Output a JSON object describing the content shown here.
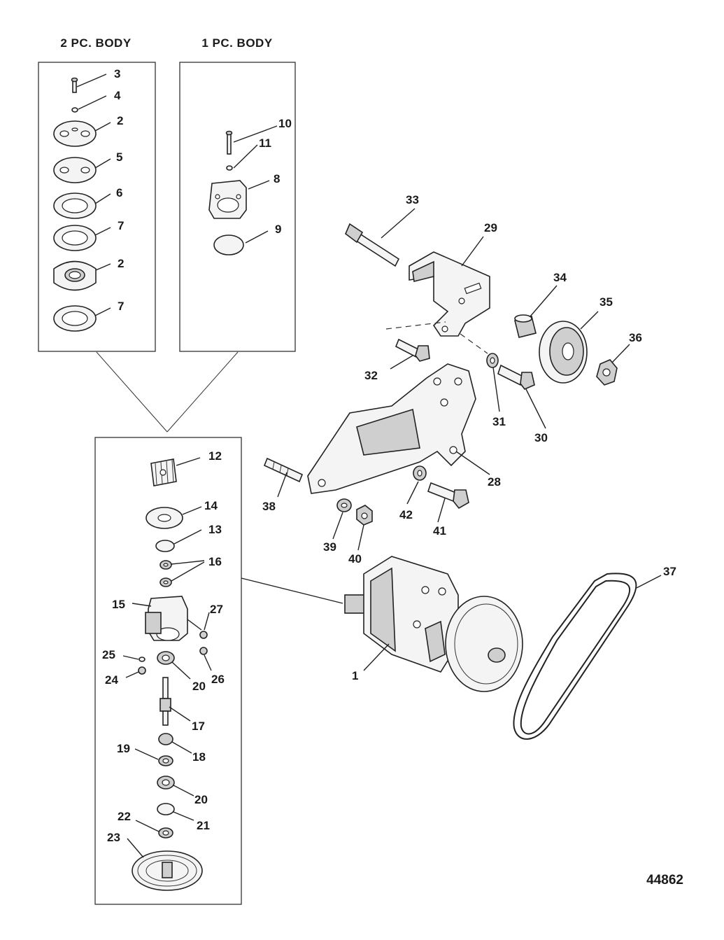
{
  "headers": {
    "two_piece": "2 PC. BODY",
    "one_piece": "1 PC. BODY"
  },
  "figure_number": "44862",
  "callouts": {
    "c1": "1",
    "c2a": "2",
    "c2b": "2",
    "c3": "3",
    "c4": "4",
    "c5": "5",
    "c6": "6",
    "c7a": "7",
    "c7b": "7",
    "c8": "8",
    "c9": "9",
    "c10": "10",
    "c11": "11",
    "c12": "12",
    "c13": "13",
    "c14": "14",
    "c15": "15",
    "c16": "16",
    "c17": "17",
    "c18": "18",
    "c19": "19",
    "c20a": "20",
    "c20b": "20",
    "c21": "21",
    "c22": "22",
    "c23": "23",
    "c24": "24",
    "c25": "25",
    "c26": "26",
    "c27": "27",
    "c28": "28",
    "c29": "29",
    "c30": "30",
    "c31": "31",
    "c32": "32",
    "c33": "33",
    "c34": "34",
    "c35": "35",
    "c36": "36",
    "c37": "37",
    "c38": "38",
    "c39": "39",
    "c40": "40",
    "c41": "41",
    "c42": "42"
  }
}
